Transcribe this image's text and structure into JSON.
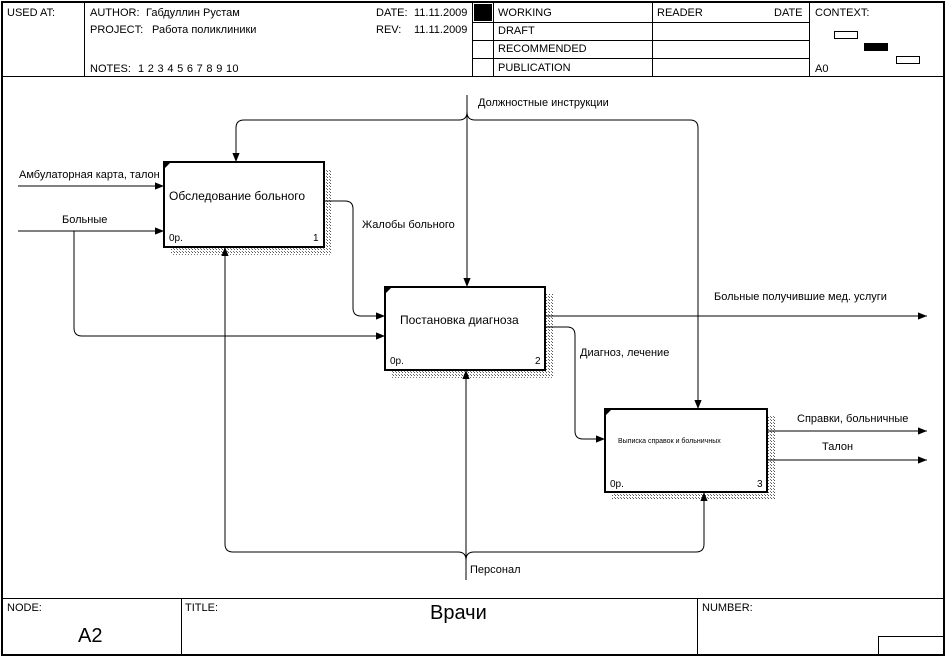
{
  "header": {
    "used_at_label": "USED AT:",
    "author_label": "AUTHOR:",
    "author_value": "Габдуллин Рустам",
    "project_label": "PROJECT:",
    "project_value": "Работа поликлиники",
    "date_label": "DATE:",
    "date_value": "11.11.2009",
    "rev_label": "REV:",
    "rev_value": "11.11.2009",
    "notes_label": "NOTES:",
    "notes_numbers": "1  2  3  4  5  6  7  8  9  10",
    "status": [
      "WORKING",
      "DRAFT",
      "RECOMMENDED",
      "PUBLICATION"
    ],
    "status_active": "WORKING",
    "reader_label": "READER",
    "reader_date_label": "DATE",
    "context_label": "CONTEXT:",
    "context_node": "A0"
  },
  "diagram": {
    "boxes": [
      {
        "title": "Обследование больного",
        "cost": "0р.",
        "number": "1"
      },
      {
        "title": "Постановка диагноза",
        "cost": "0р.",
        "number": "2"
      },
      {
        "title": "Выписка справок и больничных",
        "cost": "0р.",
        "number": "3"
      }
    ],
    "arrows": {
      "instructions": "Должностные инструкции",
      "card": "Амбулаторная карта, талон",
      "patients": "Больные",
      "complaints": "Жалобы больного",
      "served": "Больные получившие мед. услуги",
      "diagnosis": "Диагноз, лечение",
      "certificates": "Справки, больничные",
      "ticket": "Талон",
      "staff": "Персонал"
    }
  },
  "footer": {
    "node_label": "NODE:",
    "node_value": "A2",
    "title_label": "TITLE:",
    "title_value": "Врачи",
    "number_label": "NUMBER:"
  }
}
